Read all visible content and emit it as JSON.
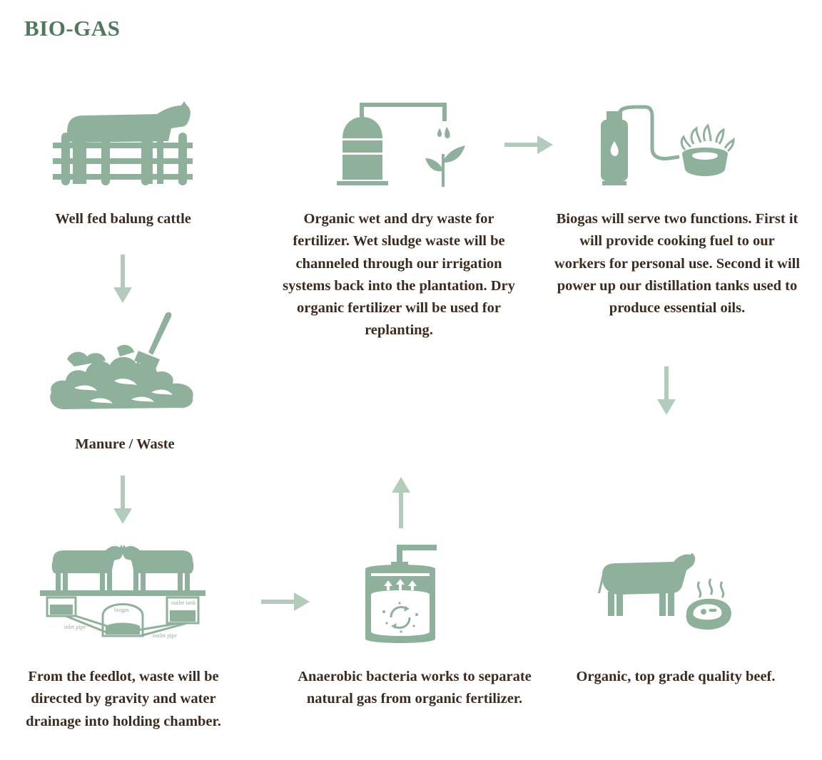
{
  "title": "BIO-GAS",
  "colors": {
    "title": "#4e7a5a",
    "icon": "#8fb09a",
    "arrow": "#b3cbbb",
    "text": "#3d2b1f"
  },
  "steps": [
    {
      "icon": "cattle-fence-icon",
      "caption": "Well fed balung cattle"
    },
    {
      "icon": "manure-pitchfork-icon",
      "caption": "Manure / Waste"
    },
    {
      "icon": "feedlot-digester-icon",
      "caption": "From the feedlot, waste will be directed by gravity and water drainage into holding chamber."
    },
    {
      "icon": "anaerobic-tank-icon",
      "caption": "Anaerobic bacteria works to separate natural gas from organic fertilizer."
    },
    {
      "icon": "tank-fertilizer-icon",
      "caption": "Organic wet and dry waste for fertilizer. Wet sludge waste will be channeled through our irrigation systems back into the plantation. Dry organic fertilizer will be used for replanting."
    },
    {
      "icon": "gas-stove-icon",
      "caption": "Biogas will serve two functions. First it will provide cooking fuel to our workers for personal use. Second it will power up our distillation tanks used to produce essential oils."
    },
    {
      "icon": "beef-icon",
      "caption": "Organic, top grade quality beef."
    }
  ],
  "feedlot_labels": {
    "biogas": "biogas",
    "outlet_tank": "outlet tank",
    "inlet_pipe": "inlet pipe",
    "outlet_pipe": "outlet pipe"
  }
}
